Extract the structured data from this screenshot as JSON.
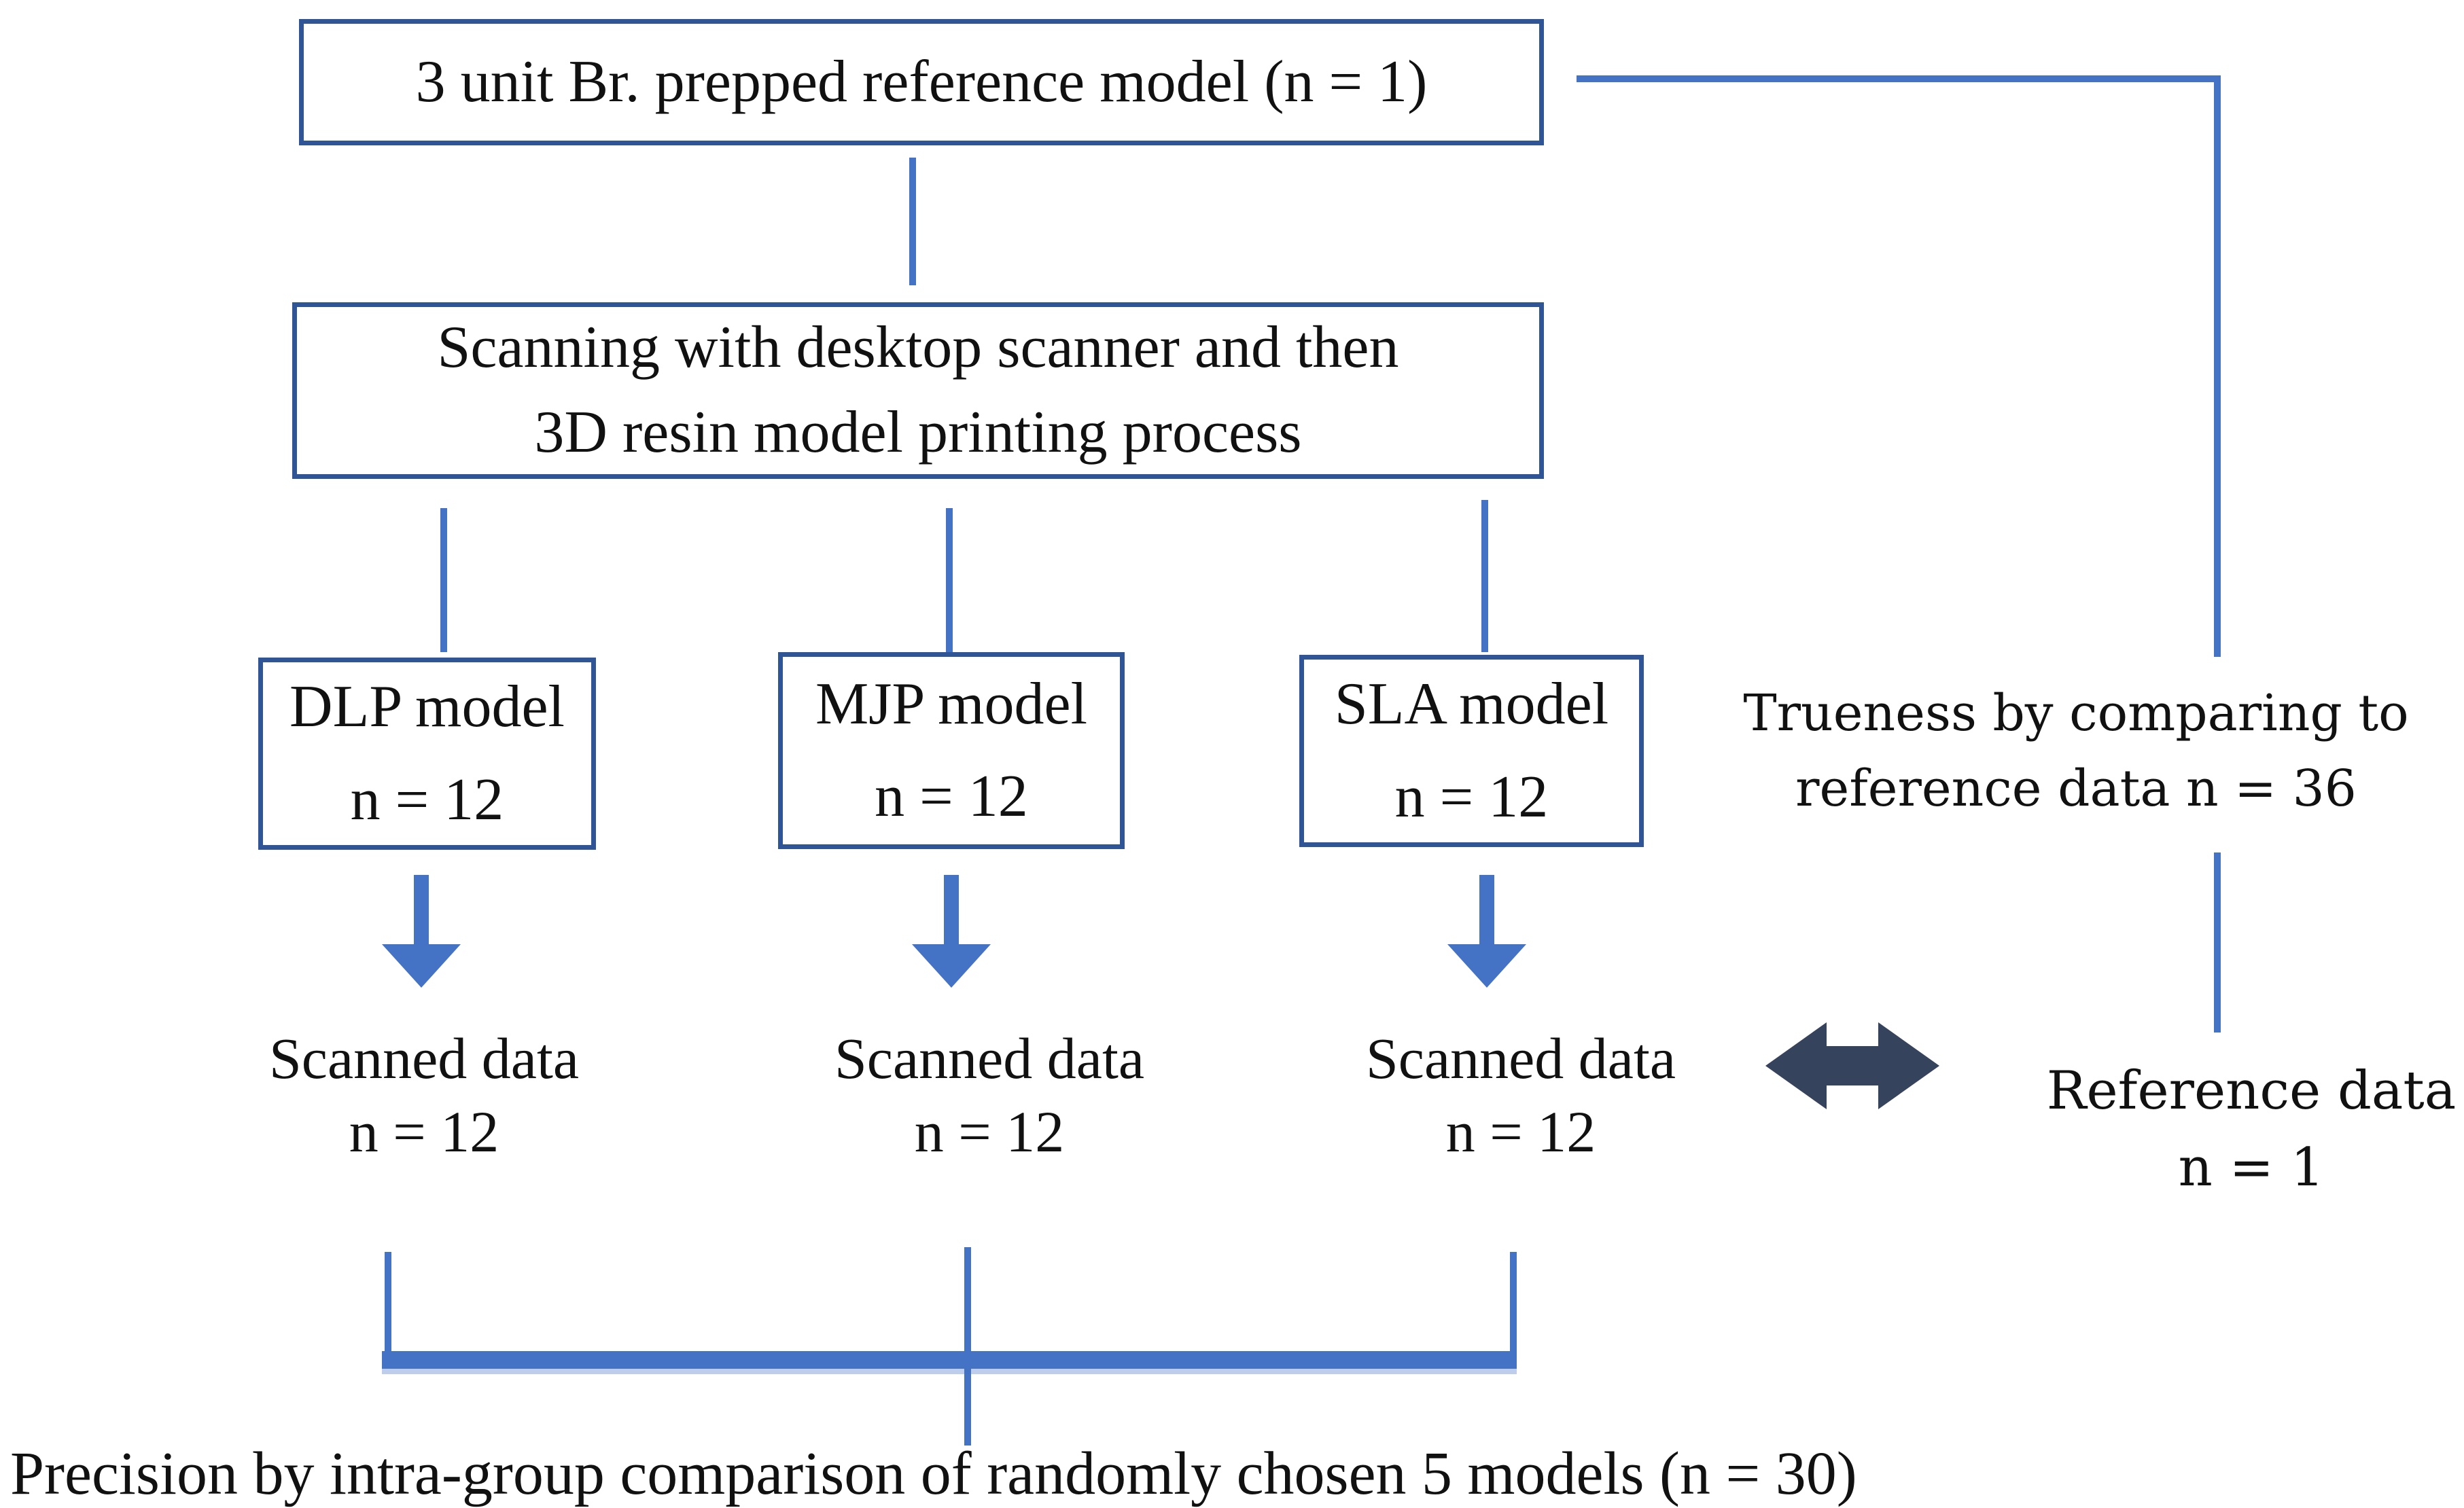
{
  "diagram": {
    "top_box": {
      "label": "3 unit Br. prepped reference model (n = 1)"
    },
    "process_box": {
      "line1": "Scanning with desktop scanner and then",
      "line2": "3D resin model printing process"
    },
    "model_boxes": [
      {
        "name": "DLP model",
        "count": "n = 12"
      },
      {
        "name": "MJP model",
        "count": "n = 12"
      },
      {
        "name": "SLA model",
        "count": "n = 12"
      }
    ],
    "scanned_labels": [
      {
        "line1": "Scanned data",
        "line2": "n = 12"
      },
      {
        "line1": "Scanned data",
        "line2": "n = 12"
      },
      {
        "line1": "Scanned data",
        "line2": "n = 12"
      }
    ],
    "trueness_label": {
      "line1": "Trueness by comparing to",
      "line2": "reference data n = 36"
    },
    "reference_label": {
      "line1": "Reference data",
      "line2": "n = 1"
    },
    "precision_caption": "Precision by intra-group comparison of randomly chosen 5 models (n = 30)",
    "colors": {
      "connector_blue": "#4472C4",
      "box_border_blue": "#2F5597",
      "compare_arrow": "#35435C",
      "text": "#111111"
    }
  }
}
